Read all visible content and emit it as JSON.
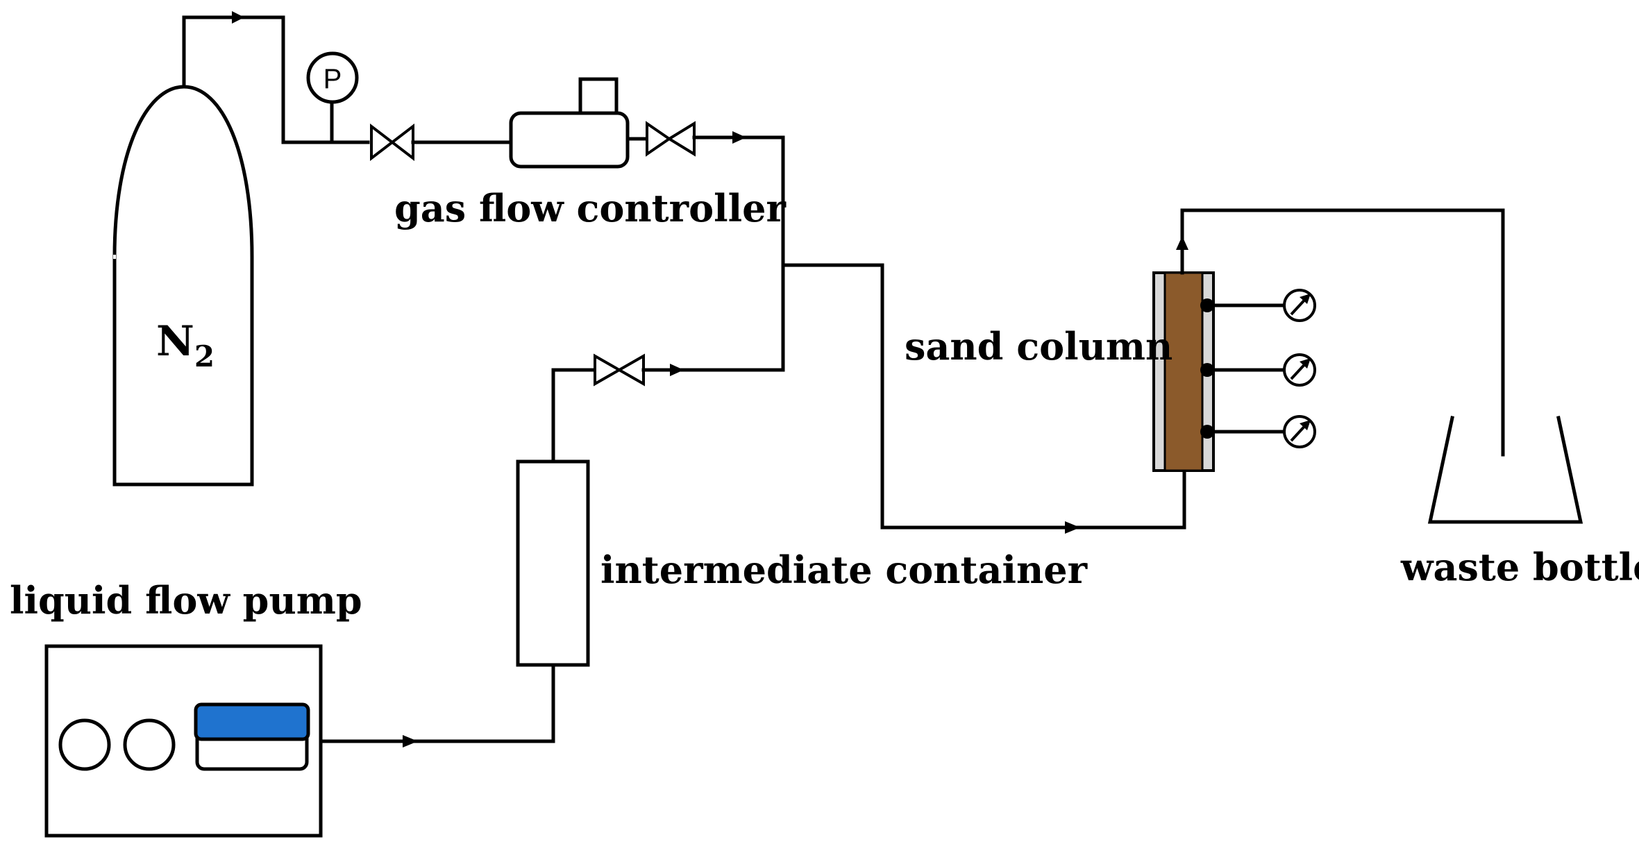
{
  "labels": {
    "nitrogen_main": "N",
    "nitrogen_subscript": "2",
    "pressure_gauge_letter": "P",
    "gas_flow_controller": "gas flow controller",
    "sand_column": "sand column",
    "intermediate_container": "intermediate container",
    "liquid_flow_pump": "liquid flow pump",
    "waste_bottle": "waste bottle"
  },
  "colors": {
    "pump_display": "#1f73cf",
    "sand_fill": "#8b5a2b",
    "sand_wall": "#d9d9d9",
    "line": "#000000"
  }
}
